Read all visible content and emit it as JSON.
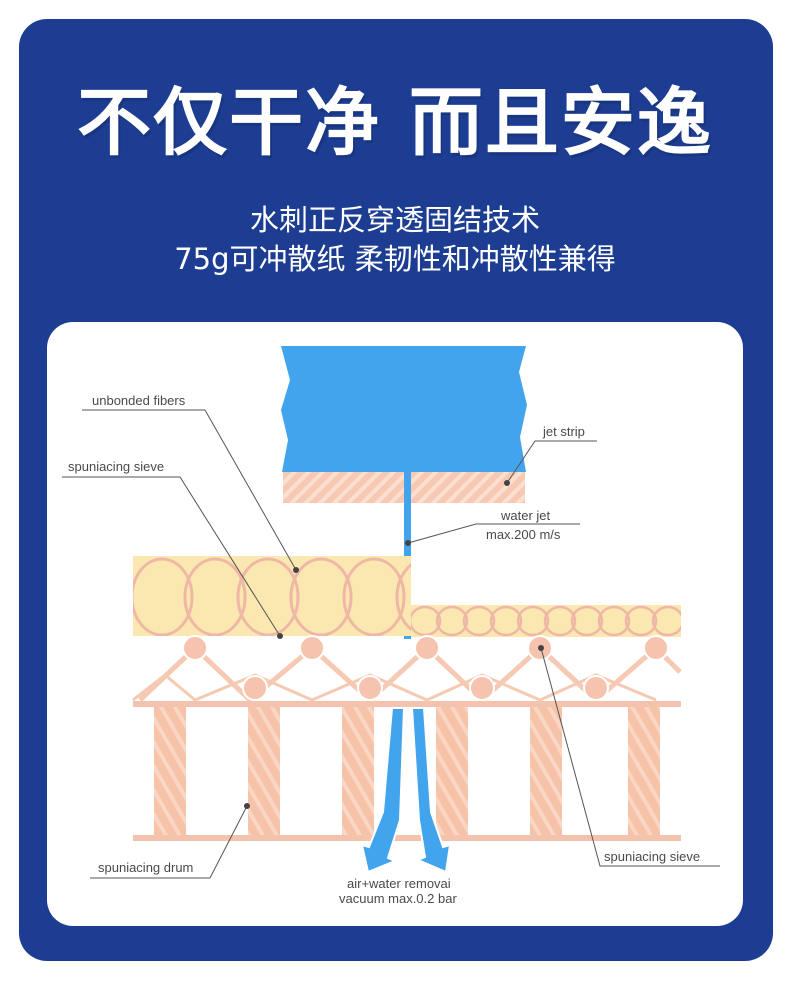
{
  "headline": "不仅干净 而且安逸",
  "subtitle_line1": "水刺正反穿透固结技术",
  "subtitle_line2": "75g可冲散纸 柔韧性和冲散性兼得",
  "colors": {
    "card_blue": "#1c3d92",
    "jet_blue": "#43a4ee",
    "fiber_yellow": "#fbe7b0",
    "drum_pink": "#f6c9b2"
  },
  "diagram": {
    "labels": {
      "unbonded_fibers": "unbonded fibers",
      "sieve_top": "spuniacing sieve",
      "jet_strip": "jet strip",
      "water_jet": "water jet",
      "water_jet_speed": "max.200 m/s",
      "drum": "spuniacing drum",
      "removal": "air+water removai",
      "vacuum": "vacuum max.0.2 bar",
      "sieve_right": "spuniacing sieve"
    }
  }
}
